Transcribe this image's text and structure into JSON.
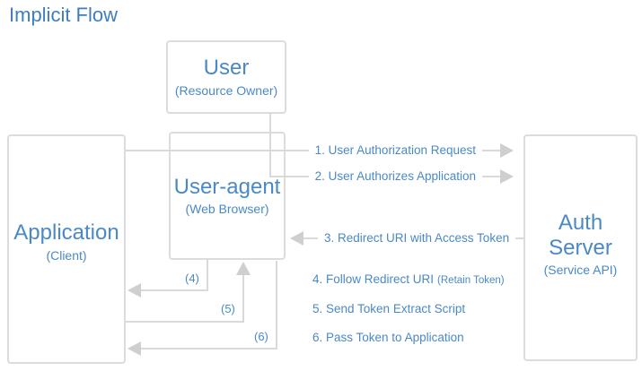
{
  "title": "Implicit Flow",
  "colors": {
    "accent_blue": "#4a89c6",
    "title_blue": "#3e7ebf",
    "line_gray": "#d9d9d9",
    "arrowhead_gray": "#cfcfcf",
    "box_border_gray": "#dcdcdc"
  },
  "boxes": {
    "user": {
      "name": "User",
      "subtitle": "(Resource Owner)"
    },
    "user_agent": {
      "name": "User-agent",
      "subtitle": "(Web Browser)"
    },
    "application": {
      "name": "Application",
      "subtitle": "(Client)"
    },
    "auth_server": {
      "name": "Auth Server",
      "subtitle": "(Service API)"
    }
  },
  "steps": [
    {
      "label": "1. User Authorization Request"
    },
    {
      "label": "2. User Authorizes Application"
    },
    {
      "label": "3. Redirect URI with Access Token"
    },
    {
      "label": "4. Follow Redirect URI",
      "note": "(Retain Token)"
    },
    {
      "label": "5. Send Token Extract Script"
    },
    {
      "label": "6. Pass Token to Application"
    }
  ],
  "markers": [
    "(4)",
    "(5)",
    "(6)"
  ]
}
